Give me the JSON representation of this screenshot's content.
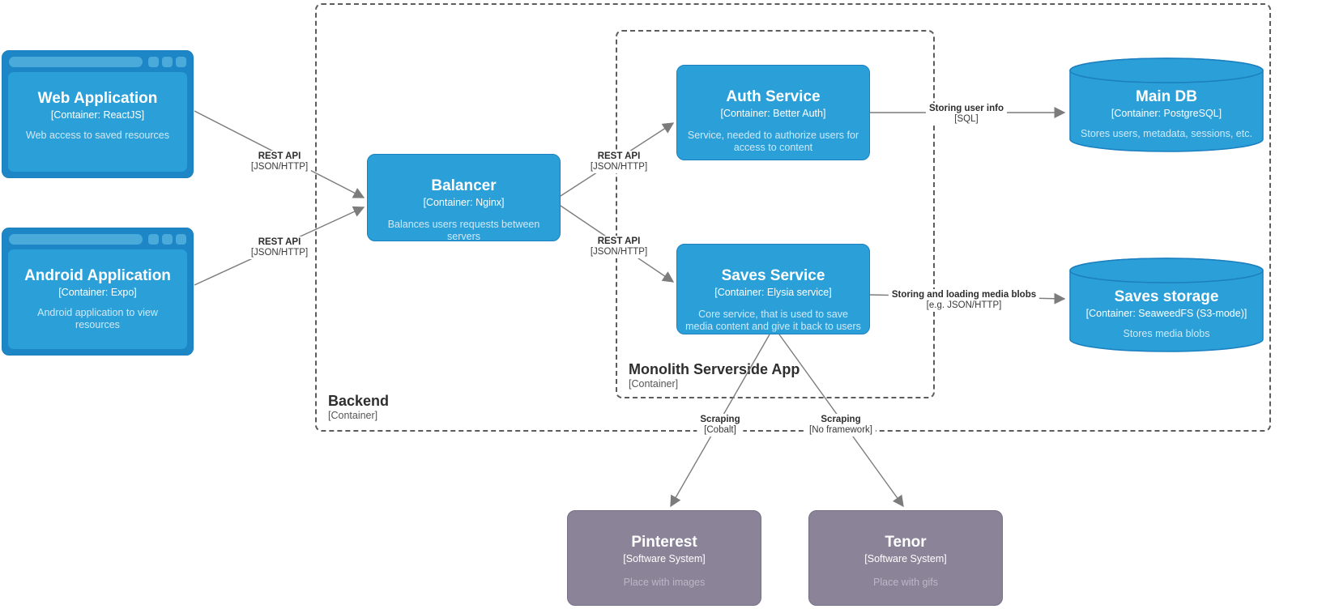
{
  "colors": {
    "container_fill": "#2ba0d8",
    "container_border": "#1b7fc0",
    "container_desc_text": "#cfe9f7",
    "browser_frame": "#1d86c6",
    "browser_chrome": "#4aabdb",
    "external_fill": "#8b8499",
    "external_border": "#766f85",
    "external_desc_text": "#bcb6c5",
    "arrow_color": "#7c7c7c",
    "boundary_line": "#5c5c5c",
    "boundary_title": "#2e2e2e",
    "edge_label_text": "#2d2d2d",
    "canvas_bg": "#ffffff"
  },
  "boundaries": {
    "backend": {
      "title": "Backend",
      "subtitle": "[Container]"
    },
    "monolith": {
      "title": "Monolith Serverside App",
      "subtitle": "[Container]"
    }
  },
  "nodes": {
    "web_app": {
      "title": "Web Application",
      "subtitle": "[Container: ReactJS]",
      "description": "Web access to saved resources"
    },
    "android_app": {
      "title": "Android Application",
      "subtitle": "[Container: Expo]",
      "description": "Android application to view resources"
    },
    "balancer": {
      "title": "Balancer",
      "subtitle": "[Container: Nginx]",
      "description": "Balances users requests between servers"
    },
    "auth_service": {
      "title": "Auth Service",
      "subtitle": "[Container: Better Auth]",
      "description": "Service, needed to authorize users for access to content"
    },
    "saves_service": {
      "title": "Saves Service",
      "subtitle": "[Container: Elysia service]",
      "description": "Core service, that is used to save media content and give it back to users"
    },
    "main_db": {
      "title": "Main DB",
      "subtitle": "[Container: PostgreSQL]",
      "description": "Stores users, metadata, sessions, etc."
    },
    "saves_storage": {
      "title": "Saves storage",
      "subtitle": "[Container: SeaweedFS (S3-mode)]",
      "description": "Stores media blobs"
    },
    "pinterest": {
      "title": "Pinterest",
      "subtitle": "[Software System]",
      "description": "Place with images"
    },
    "tenor": {
      "title": "Tenor",
      "subtitle": "[Software System]",
      "description": "Place with gifs"
    }
  },
  "edges": {
    "web_to_balancer": {
      "label": "REST API",
      "tech": "[JSON/HTTP]"
    },
    "android_to_balancer": {
      "label": "REST API",
      "tech": "[JSON/HTTP]"
    },
    "balancer_to_auth": {
      "label": "REST API",
      "tech": "[JSON/HTTP]"
    },
    "balancer_to_saves": {
      "label": "REST API",
      "tech": "[JSON/HTTP]"
    },
    "auth_to_maindb": {
      "label": "Storing user info",
      "tech": "[SQL]"
    },
    "saves_to_storage": {
      "label": "Storing and loading media blobs",
      "tech": "[e.g. JSON/HTTP]"
    },
    "saves_to_pinterest": {
      "label": "Scraping",
      "tech": "[Cobalt]"
    },
    "saves_to_tenor": {
      "label": "Scraping",
      "tech": "[No framework]"
    }
  }
}
